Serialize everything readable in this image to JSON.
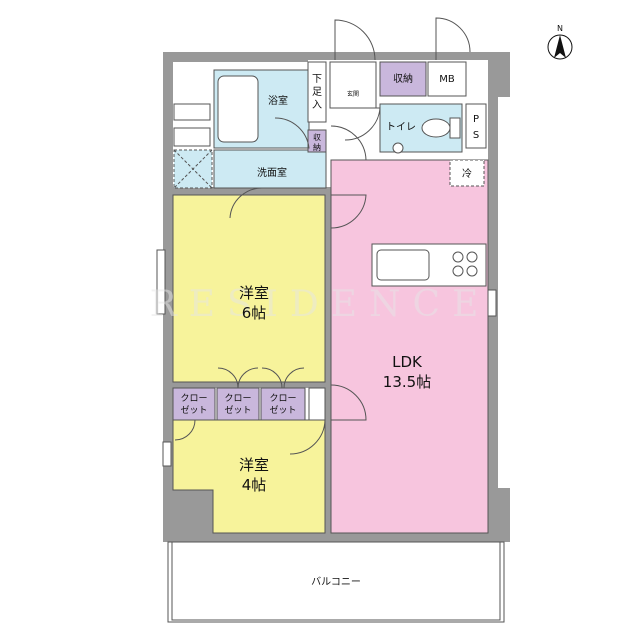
{
  "compass": {
    "letter": "N"
  },
  "watermark": "RESIDENCE",
  "rooms": {
    "western_6": {
      "name": "洋室",
      "size": "6帖"
    },
    "western_4": {
      "name": "洋室",
      "size": "4帖"
    },
    "ldk": {
      "name": "LDK",
      "size": "13.5帖"
    },
    "bathroom": "浴室",
    "washroom": "洗面室",
    "toilet": "トイレ",
    "storage": "収納",
    "mb": "MB",
    "ps_top": "P",
    "ps_bottom": "S",
    "shoe_1": "下",
    "shoe_2": "足",
    "shoe_3": "入",
    "entrance": "玄関",
    "small_storage_1": "収",
    "small_storage_2": "納",
    "fridge": "冷",
    "balcony": "バルコニー"
  },
  "closets": [
    {
      "line1": "クロー",
      "line2": "ゼット"
    },
    {
      "line1": "クロー",
      "line2": "ゼット"
    },
    {
      "line1": "クロー",
      "line2": "ゼット"
    }
  ],
  "colors": {
    "wall": "#999999",
    "western": "#f7f39b",
    "ldk": "#f7c5de",
    "wet": "#cdeaf3",
    "closet": "#c9b7dc",
    "white": "#ffffff",
    "line": "#555555"
  }
}
